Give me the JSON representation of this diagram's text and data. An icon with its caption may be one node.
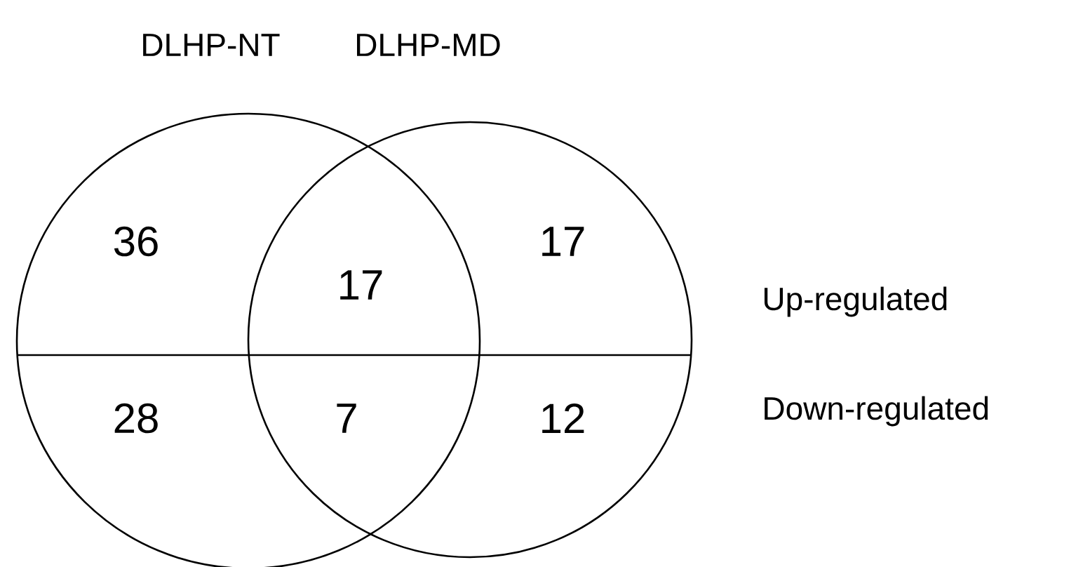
{
  "diagram": {
    "nodes": [
      {
        "text": [
          "DLHP-NT"
        ]
      },
      {
        "text": [
          "DLHP-MD"
        ]
      }
    ],
    "labels": [
      "36",
      "17",
      "17",
      "28",
      "7",
      "12",
      "Up-regulated",
      "Down-regulated"
    ]
  }
}
